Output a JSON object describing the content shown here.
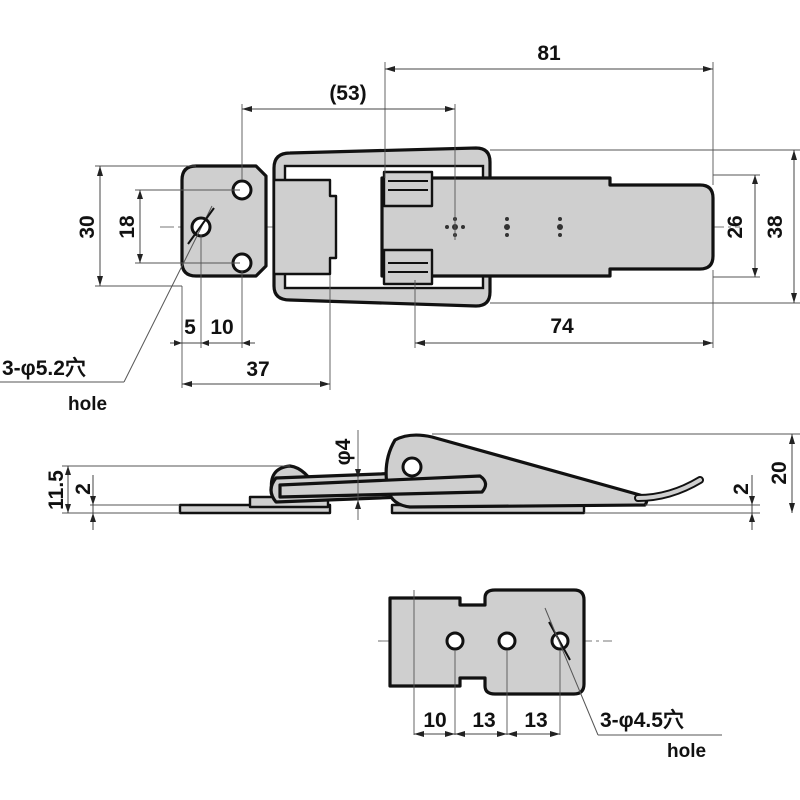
{
  "drawing": {
    "title": "Draw latch technical drawing",
    "colors": {
      "part_fill": "#cfcfcf",
      "outline": "#111111",
      "dimension": "#444444"
    },
    "top_view": {
      "dims": {
        "overall_81": "81",
        "strike_53": "(53)",
        "height_30": "30",
        "hole_pitch_18": "18",
        "width_26": "26",
        "width_38": "38",
        "length_74": "74",
        "offset_5": "5",
        "offset_10": "10",
        "length_37": "37"
      },
      "hole_note": {
        "main": "3-φ5.2穴",
        "sub": "hole"
      }
    },
    "side_view": {
      "dims": {
        "height_11_5": "11.5",
        "thick_left_2": "2",
        "wire_dia": "φ4",
        "thick_right_2": "2",
        "height_20": "20"
      }
    },
    "strike_view": {
      "dims": {
        "pitch_10": "10",
        "pitch_13a": "13",
        "pitch_13b": "13"
      },
      "hole_note": {
        "main": "3-φ4.5穴",
        "sub": "hole"
      }
    }
  }
}
